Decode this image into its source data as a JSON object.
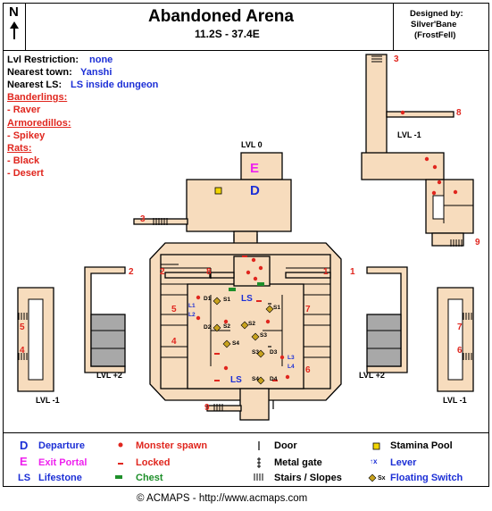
{
  "header": {
    "compass": "N",
    "title": "Abandoned Arena",
    "coords": "11.2S - 37.4E",
    "designer_line1": "Designed by:",
    "designer_line2": "Silver'Bane",
    "designer_line3": "(FrostFell)"
  },
  "info": {
    "lvl_restriction_label": "Lvl Restriction:",
    "lvl_restriction_value": "none",
    "nearest_town_label": "Nearest town:",
    "nearest_town_value": "Yanshi",
    "nearest_ls_label": "Nearest LS:",
    "nearest_ls_value": "LS inside dungeon"
  },
  "monsters": [
    {
      "group": "Banderlings:",
      "members": [
        "- Raver"
      ]
    },
    {
      "group": "Armoredillos:",
      "members": [
        "- Spikey"
      ]
    },
    {
      "group": "Rats:",
      "members": [
        "- Black",
        "- Desert"
      ]
    }
  ],
  "map": {
    "level_labels": {
      "lvl0": "LVL 0",
      "lvl_minus1_right": "LVL -1",
      "lvl_minus1_left": "LVL -1",
      "lvl_minus1_far_right": "LVL -1",
      "lvl_plus2_left": "LVL +2",
      "lvl_plus2_right": "LVL +2"
    },
    "exit_portal_mark": "E",
    "departure_mark": "D",
    "lifestone_marks": [
      "LS",
      "LS"
    ],
    "door_labels": [
      "D1",
      "D2",
      "D3",
      "D4"
    ],
    "switch_labels": [
      "S1",
      "S2",
      "S3",
      "S4",
      "S4",
      "S3",
      "S2",
      "S1"
    ],
    "lever_labels": [
      "L1",
      "L2",
      "L3",
      "L4"
    ],
    "stair_numbers": [
      "3",
      "3",
      "8",
      "9",
      "2",
      "2",
      "8",
      "1",
      "1",
      "5",
      "4",
      "7",
      "6",
      "5",
      "4",
      "7",
      "6",
      "9"
    ]
  },
  "legend": [
    {
      "symbol": "D",
      "label": "Departure",
      "icon": "departure-icon"
    },
    {
      "symbol": "E",
      "label": "Exit Portal",
      "icon": "exit-portal-icon"
    },
    {
      "symbol": "LS",
      "label": "Lifestone",
      "icon": "lifestone-icon"
    },
    {
      "label": "Monster spawn",
      "icon": "monster-spawn-icon"
    },
    {
      "label": "Locked",
      "icon": "locked-icon"
    },
    {
      "label": "Chest",
      "icon": "chest-icon"
    },
    {
      "label": "Door",
      "icon": "door-icon"
    },
    {
      "label": "Metal gate",
      "icon": "metal-gate-icon"
    },
    {
      "label": "Stairs / Slopes",
      "icon": "stairs-icon"
    },
    {
      "label": "Stamina Pool",
      "icon": "stamina-pool-icon"
    },
    {
      "label": "Lever",
      "icon": "lever-icon"
    },
    {
      "label": "Floating Switch",
      "icon": "floating-switch-icon"
    }
  ],
  "legend_symbol_lever": "↑x",
  "legend_symbol_switch": "Sx",
  "footer": "© ACMAPS - http://www.acmaps.com",
  "colors": {
    "room": "#f7dcbd",
    "gate_room": "#a8a8a8",
    "spawn": "#e0261e",
    "departure": "#1c2fd6",
    "exit": "#ee22ee",
    "chest": "#1e8f2a",
    "stamina": "#f2d600"
  }
}
